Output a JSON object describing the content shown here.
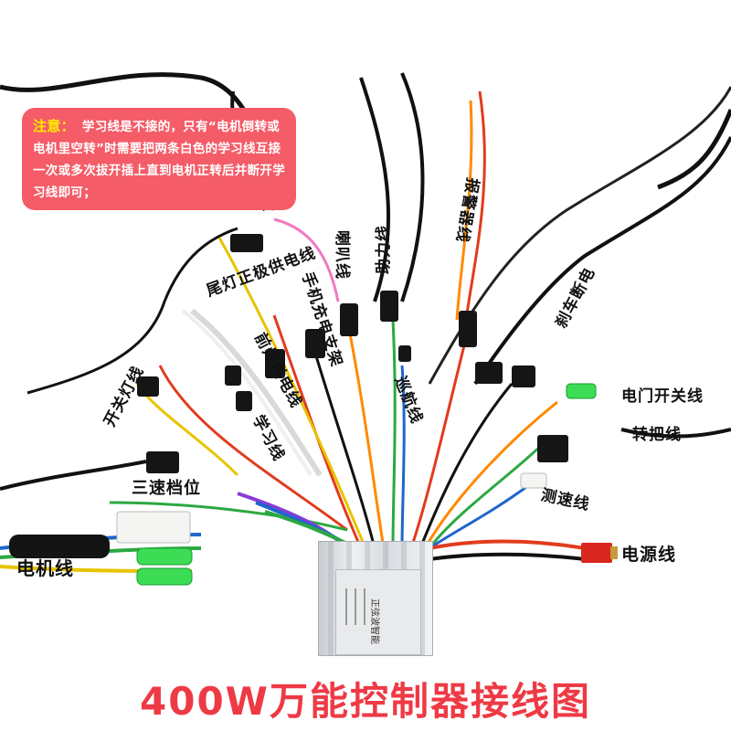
{
  "note": {
    "title": "注意：",
    "body": "学习线是不接的，只有“电机倒转或电机里空转”时需要把两条白色的学习线互接一次或多次拔开插上直到电机正转后并断开学习线即可；"
  },
  "labels": {
    "motor": "电机线",
    "three_speed": "三速档位",
    "switch_light": "开关灯线",
    "tail_light": "尾灯正极供电线",
    "headlight": "前灯供电线",
    "learn": "学习线",
    "phone_charge": "手机充电支架",
    "horn": "喇叭线",
    "assist": "助力线",
    "cruise": "巡航线",
    "alarm": "报警器线",
    "brake": "刹车断电",
    "door_switch": "电门开关线",
    "throttle": "转把线",
    "speed_sensor": "测速线",
    "power": "电源线"
  },
  "controller": {
    "plate_text": "正弦波智能"
  },
  "footer": {
    "title": "400W万能控制器接线图"
  },
  "colors": {
    "note_bg": "#f45c67",
    "note_title": "#ffee00",
    "footer_text": "#ee3a45"
  }
}
